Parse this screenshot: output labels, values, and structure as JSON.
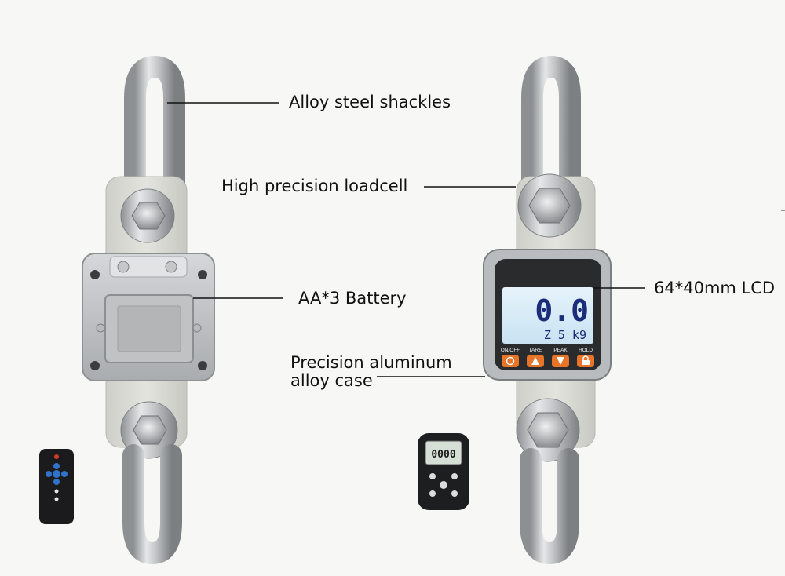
{
  "callouts": {
    "shackles": "Alloy steel shackles",
    "loadcell": "High precision loadcell",
    "battery": "AA*3 Battery",
    "lcd": "64*40mm LCD",
    "case_line1": "Precision aluminum",
    "case_line2": "alloy case"
  },
  "display": {
    "main_reading": "0.0",
    "sub_reading": "Z  5  k9"
  },
  "buttons": {
    "on_off": "ON/OFF",
    "tare": "TARE",
    "peak": "PEAK",
    "hold": "HOLD"
  },
  "handheld_display": "0000",
  "colors": {
    "background": "#f7f7f6",
    "lcd_backlight": "#d9ecf8",
    "button_orange": "#e8742a",
    "housing_silver": "#c9cbcc"
  }
}
